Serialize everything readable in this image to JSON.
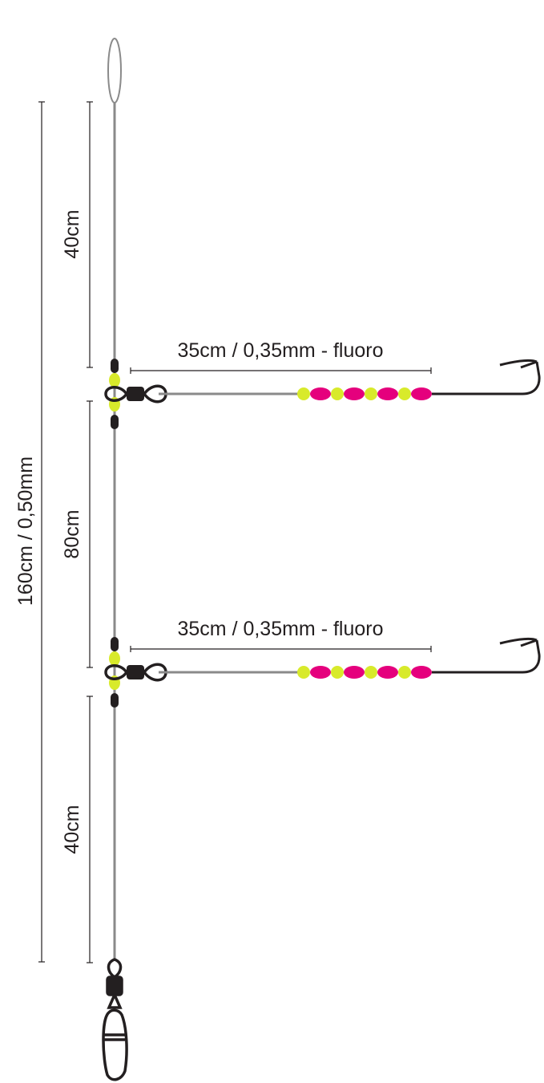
{
  "labels": {
    "total": "160cm / 0,50mm",
    "top_segment": "40cm",
    "middle_segment": "80cm",
    "bottom_segment": "40cm",
    "branch_upper": "35cm / 0,35mm - fluoro",
    "branch_lower": "35cm / 0,35mm - fluoro"
  },
  "colors": {
    "line": "#8a8a8a",
    "hardware": "#231f20",
    "bead_yellow": "#d8ea2b",
    "bead_pink": "#e5007d"
  }
}
